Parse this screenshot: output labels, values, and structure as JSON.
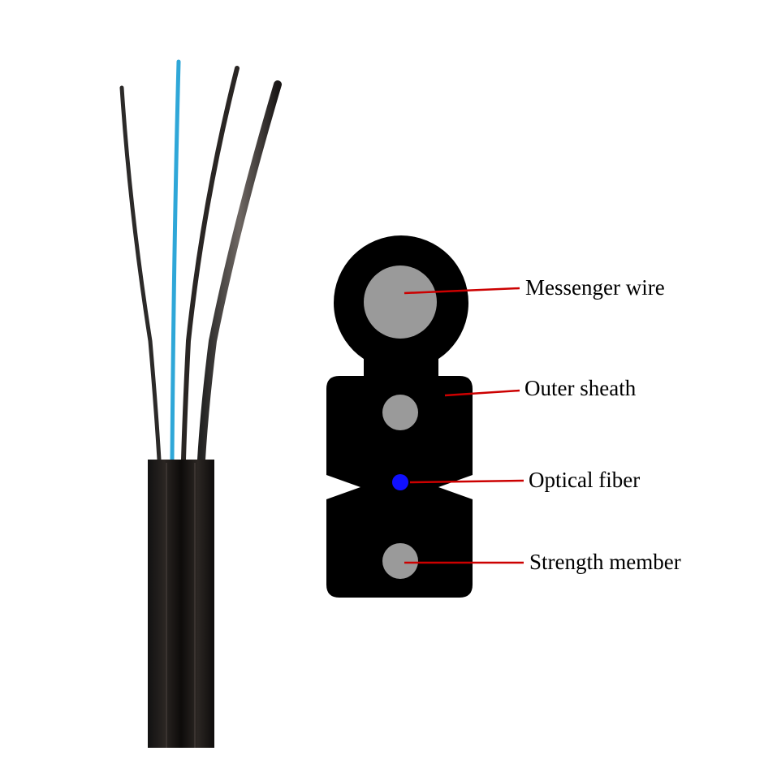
{
  "labels": {
    "messenger_wire": "Messenger wire",
    "outer_sheath": "Outer sheath",
    "optical_fiber": "Optical fiber",
    "strength_member": "Strength member"
  },
  "colors": {
    "background": "#ffffff",
    "sheath": "#000000",
    "wire_core": "#9a9a9a",
    "fiber_core": "#1010ff",
    "leader_line": "#cc0000",
    "fiber_coating": "#2fa7d8"
  }
}
